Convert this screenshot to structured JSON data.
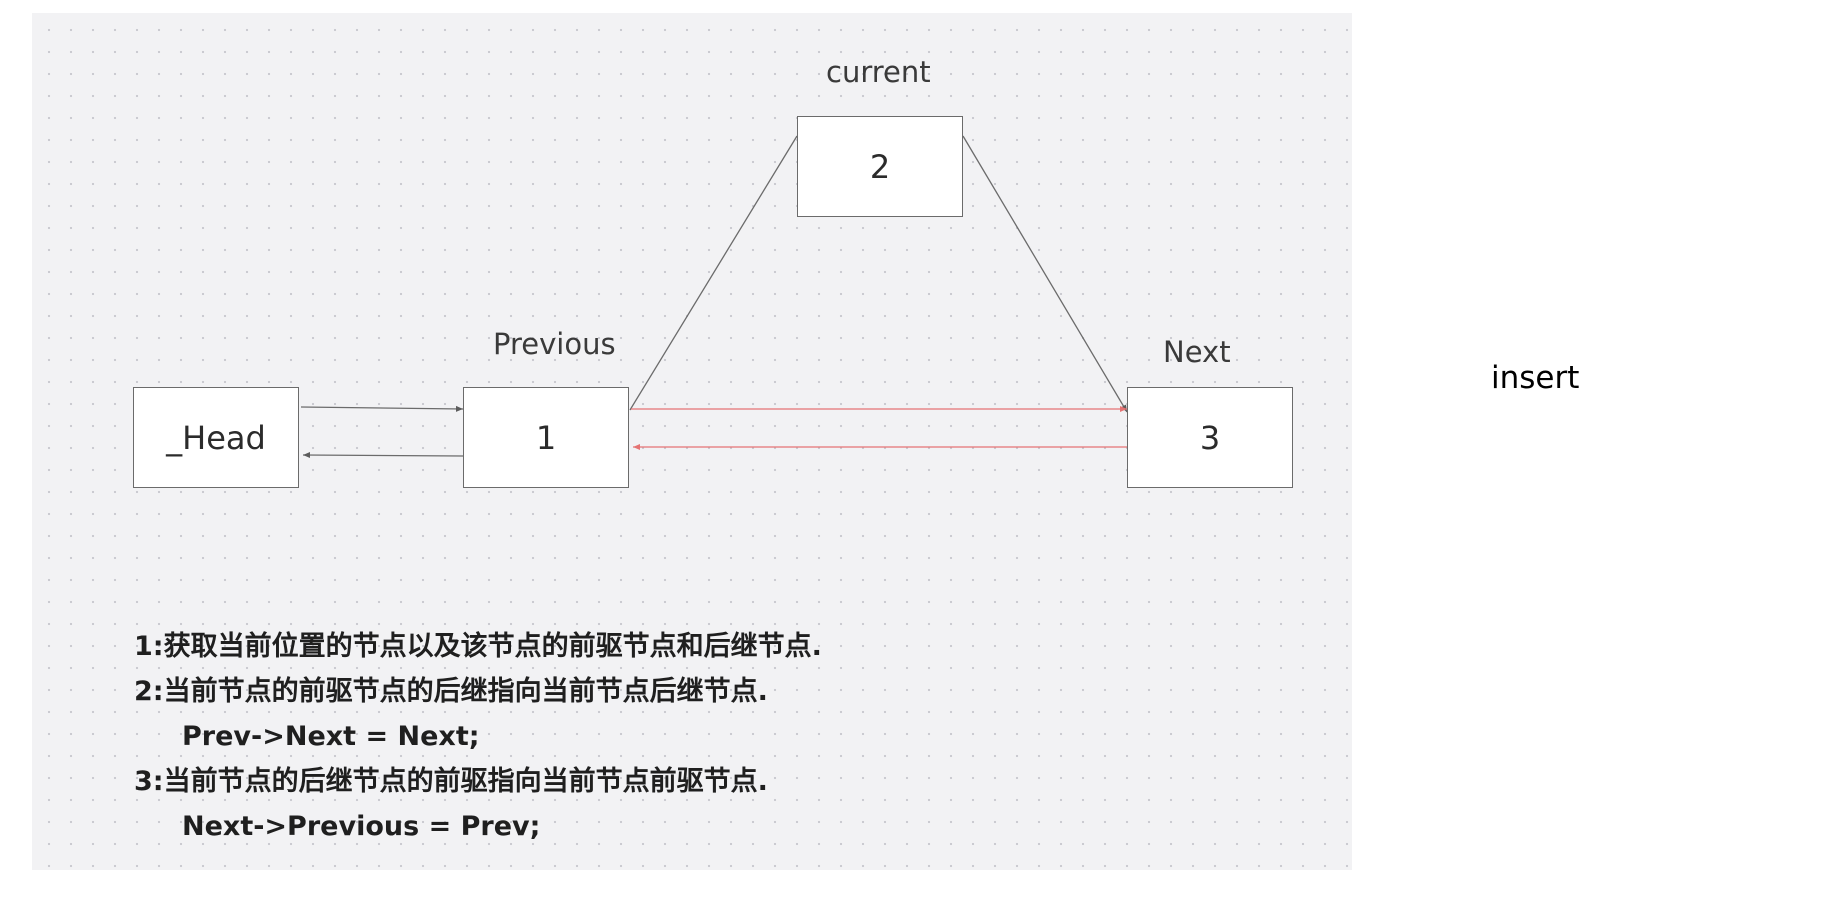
{
  "side_title": "insert",
  "nodes": {
    "head": "_Head",
    "previous": "1",
    "current": "2",
    "next": "3"
  },
  "labels": {
    "current": "current",
    "previous": "Previous",
    "next": "Next"
  },
  "notes": [
    "1:获取当前位置的节点以及该节点的前驱节点和后继节点.",
    "2:当前节点的前驱节点的后继指向当前节点后继节点.",
    "Prev->Next = Next;",
    "3:当前节点的后继节点的前驱指向当前节点前驱节点.",
    "Next->Previous = Prev;"
  ],
  "colors": {
    "canvas": "#f2f2f4",
    "link": "#6b6b6b",
    "highlight_link": "#e57373"
  }
}
